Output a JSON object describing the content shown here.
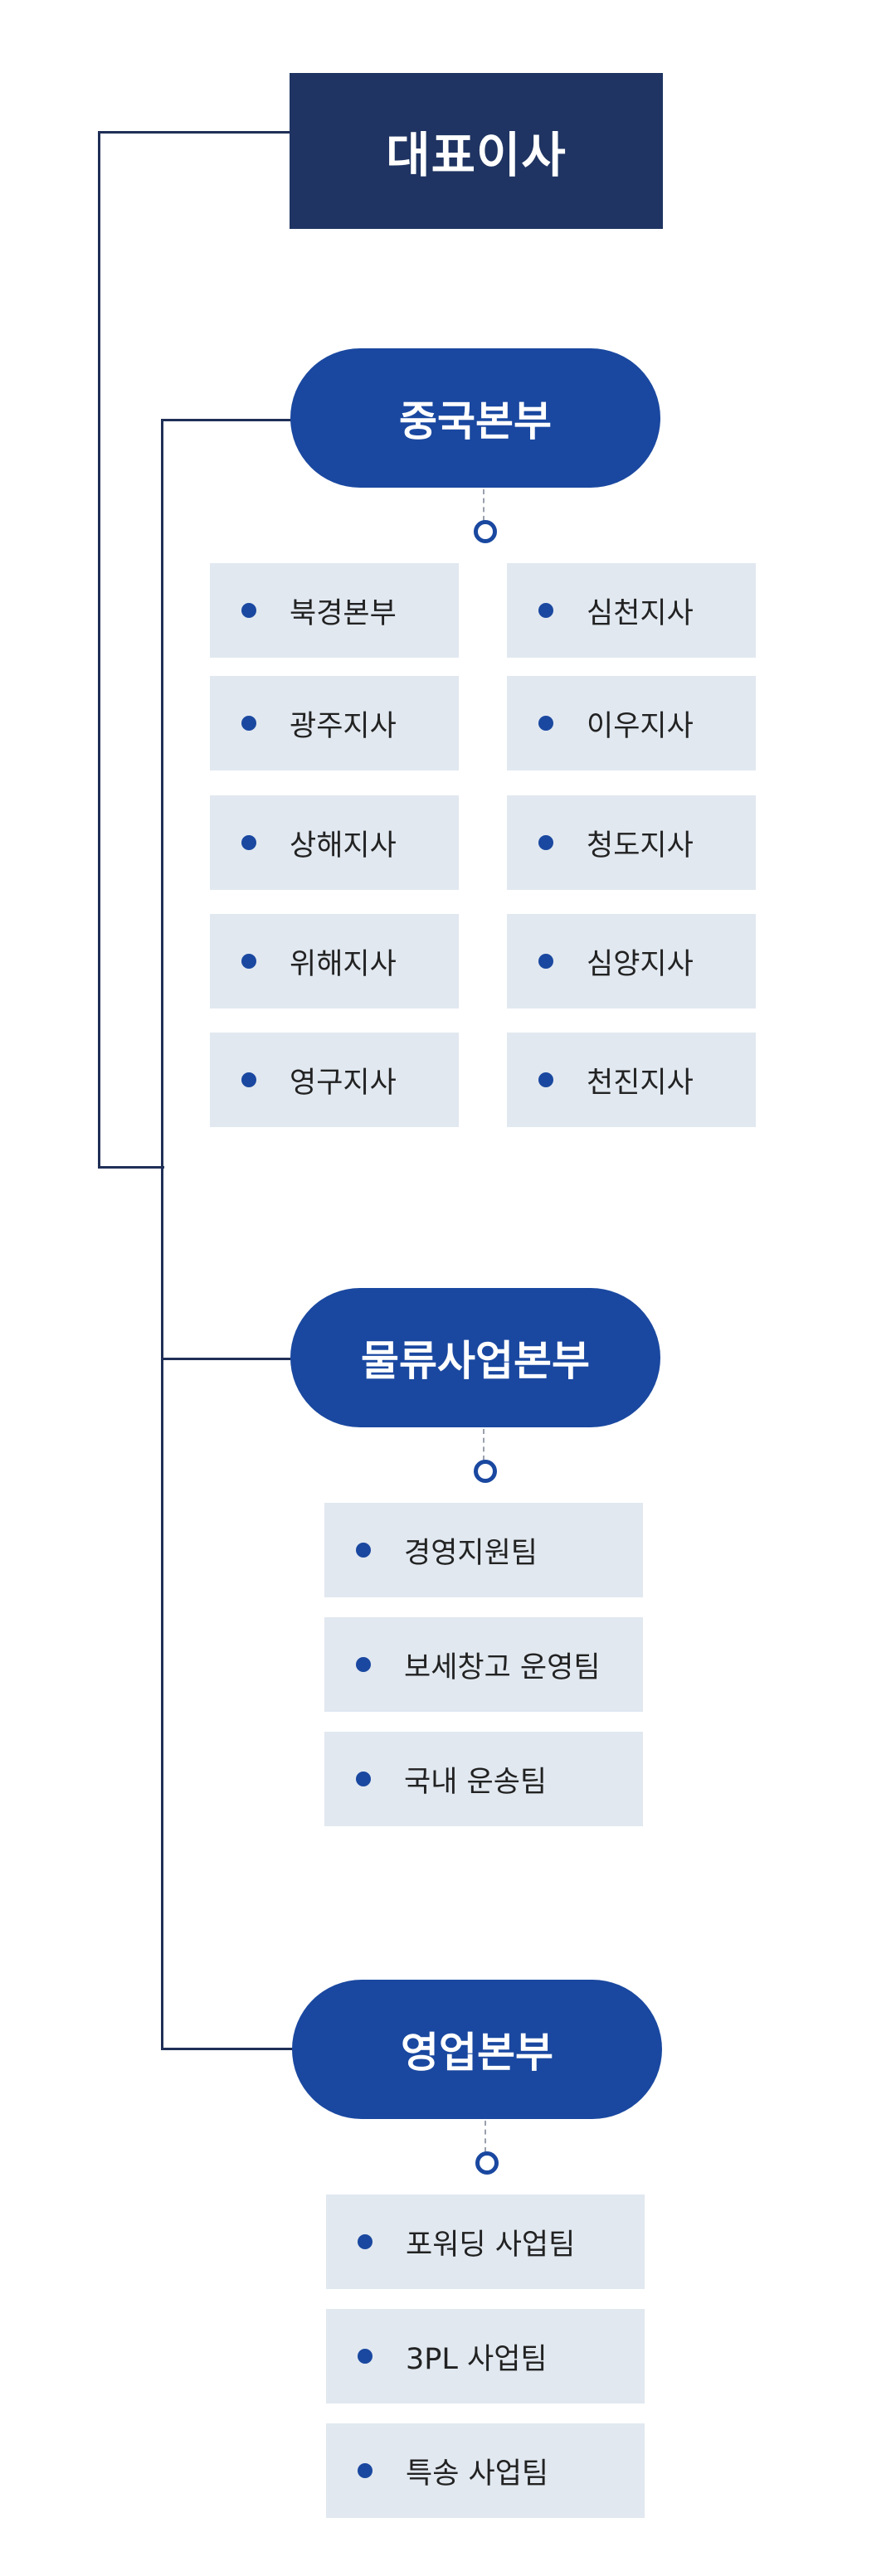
{
  "ceo": "대표이사",
  "divisions": [
    {
      "name": "중국본부",
      "items": [
        "북경본부",
        "심천지사",
        "광주지사",
        "이우지사",
        "상해지사",
        "청도지사",
        "위해지사",
        "심양지사",
        "영구지사",
        "천진지사"
      ]
    },
    {
      "name": "물류사업본부",
      "items": [
        "경영지원팀",
        "보세창고 운영팀",
        "국내 운송팀"
      ]
    },
    {
      "name": "영업본부",
      "items": [
        "포워딩 사업팀",
        "3PL 사업팀",
        "특송 사업팀"
      ]
    }
  ],
  "colors": {
    "ceo_bg": "#1f3462",
    "division_bg": "#1a48a0",
    "item_bg": "#e1e8f0",
    "connector": "#1f2f57"
  }
}
